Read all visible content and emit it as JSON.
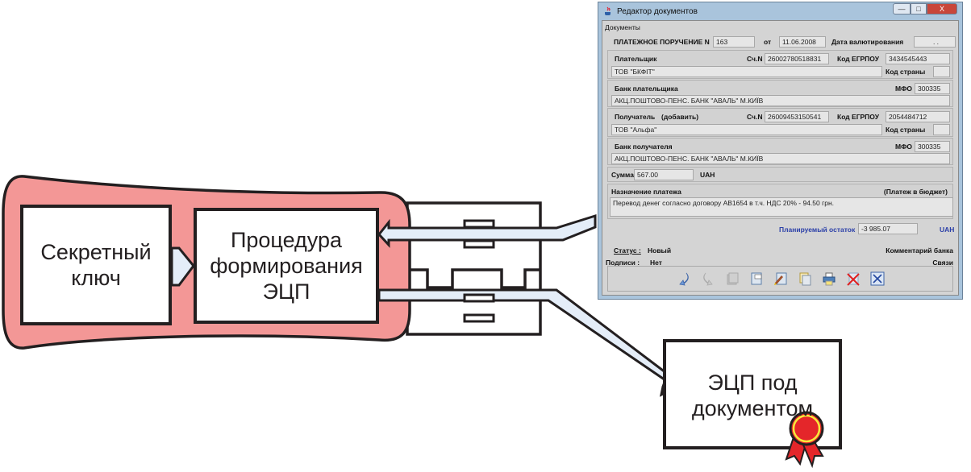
{
  "diagram": {
    "secret_key_label": "Секретный ключ",
    "procedure_label": "Процедура формирования ЭЦП",
    "signature_label": "ЭЦП под документом",
    "colors": {
      "container_fill": "#f39796",
      "arrow_fill": "#e4edf8",
      "stroke": "#231f20",
      "seal_red": "#e4262a",
      "seal_ring": "#f7e83a"
    }
  },
  "window": {
    "title": "Редактор документов",
    "controls": {
      "minimize": "—",
      "maximize": "□",
      "close": "X"
    },
    "menu": "Документы",
    "doc_label": "ПЛАТЕЖНОЕ ПОРУЧЕНИЕ N",
    "doc_number": "163",
    "date_label": "от",
    "date_value": "11.06.2008",
    "valuation_label": "Дата валютирования",
    "valuation_value": ". .",
    "payer": {
      "label": "Плательщик",
      "account_label": "Сч.N",
      "account": "26002780518831",
      "code_label": "Код ЕГРПОУ",
      "code": "3434545443",
      "name": "ТОВ \"БКФІТ\"",
      "country_label": "Код страны",
      "country": ""
    },
    "payer_bank": {
      "label": "Банк плательщика",
      "mfo_label": "МФО",
      "mfo": "300335",
      "name": "АКЦ.ПОШТОВО-ПЕНС. БАНК \"АВАЛЬ\" М.КИЇВ"
    },
    "recipient": {
      "label": "Получатель",
      "add_link": "(добавить)",
      "account_label": "Сч.N",
      "account": "26009453150541",
      "code_label": "Код ЕГРПОУ",
      "code": "2054484712",
      "name": "ТОВ \"Альфа\"",
      "country_label": "Код страны",
      "country": ""
    },
    "recipient_bank": {
      "label": "Банк получателя",
      "mfo_label": "МФО",
      "mfo": "300335",
      "name": "АКЦ.ПОШТОВО-ПЕНС. БАНК \"АВАЛЬ\" М.КИЇВ"
    },
    "amount_label": "Сумма",
    "amount": "567.00",
    "currency": "UAH",
    "purpose_label": "Назначение платежа",
    "budget_label": "(Платеж в бюджет)",
    "purpose": "Перевод денег согласно договору АВ1654  в т.ч. НДС 20% - 94.50 грн.",
    "planned_label": "Планируемый остаток",
    "planned_value": "-3 985.07",
    "planned_currency": "UAH",
    "status_label": "Статус :",
    "status_value": "Новый",
    "bank_comment": "Комментарий банка",
    "signatures_label": "Подписи :",
    "signatures_value": "Нет",
    "links": "Связи",
    "toolbar_icons": [
      "undo-icon",
      "redo-icon",
      "copy-disabled-icon",
      "new-document-icon",
      "sign-icon",
      "duplicate-icon",
      "print-icon",
      "delete-icon",
      "close-icon"
    ]
  }
}
